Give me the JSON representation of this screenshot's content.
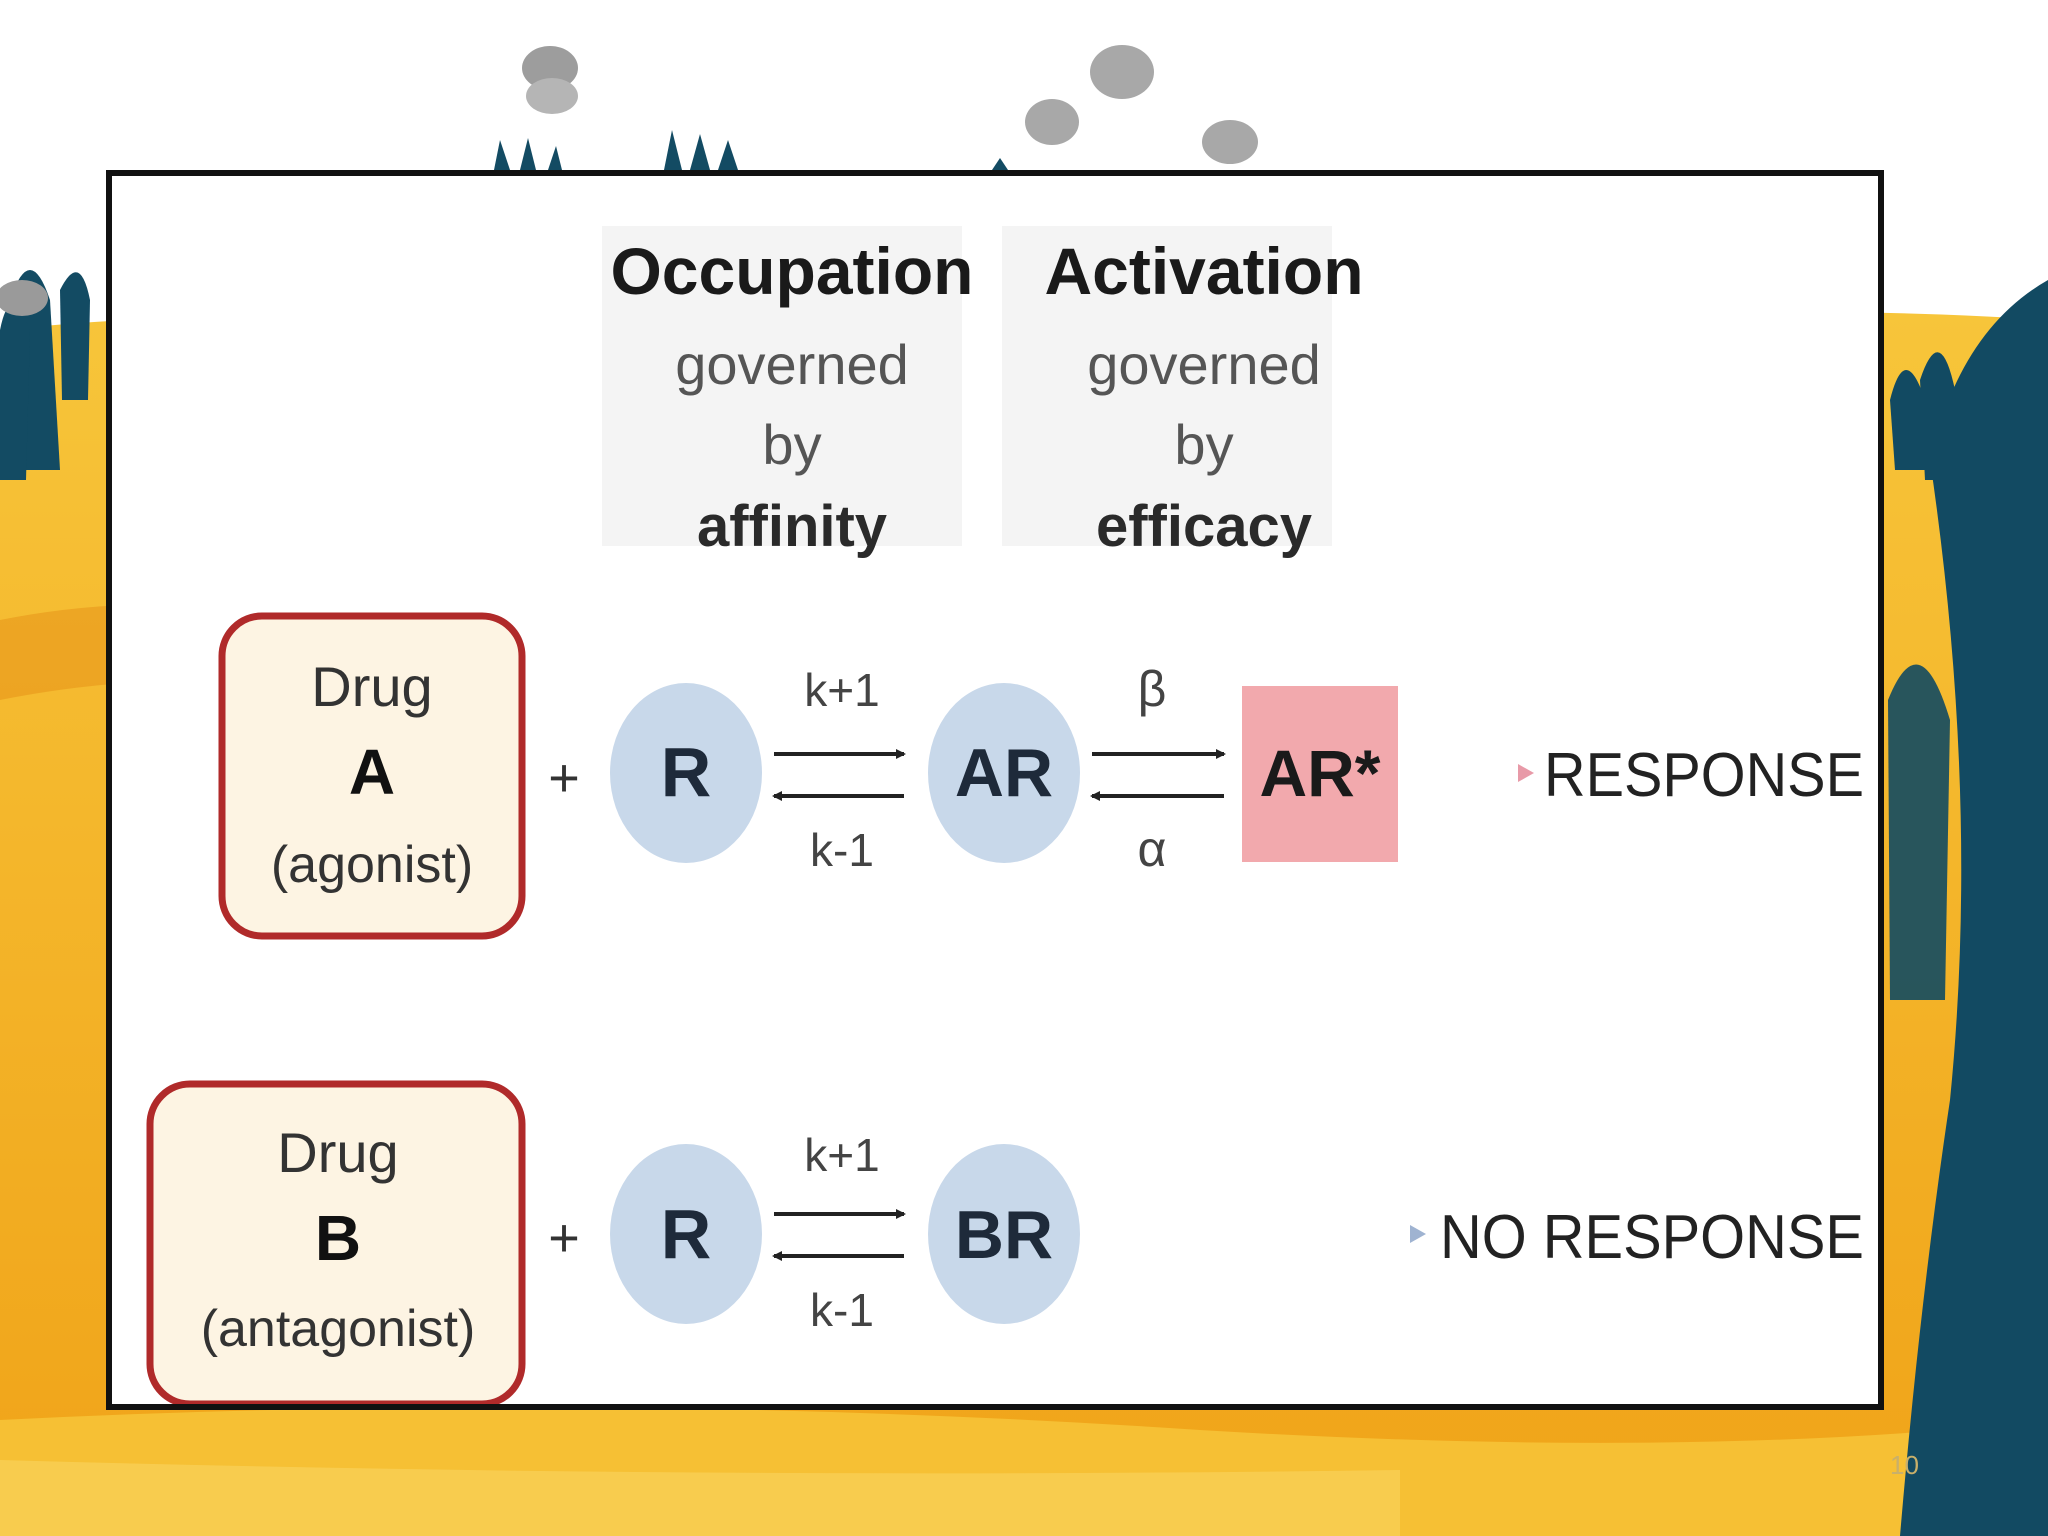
{
  "slide_number": "10",
  "header": {
    "occupation": {
      "title": "Occupation",
      "line1": "governed",
      "line2": "by",
      "key": "affinity"
    },
    "activation": {
      "title": "Activation",
      "line1": "governed",
      "line2": "by",
      "key": "efficacy"
    }
  },
  "row_agonist": {
    "drug_line1": "Drug",
    "drug_line2": "A",
    "drug_line3": "(agonist)",
    "plus": "+",
    "receptor": "R",
    "k_forward": "k+1",
    "k_reverse": "k-1",
    "complex": "AR",
    "beta": "β",
    "alpha": "α",
    "active": "AR*",
    "outcome": "RESPONSE"
  },
  "row_antagonist": {
    "drug_line1": "Drug",
    "drug_line2": "B",
    "drug_line3": "(antagonist)",
    "plus": "+",
    "receptor": "R",
    "k_forward": "k+1",
    "k_reverse": "k-1",
    "complex": "BR",
    "outcome": "NO RESPONSE"
  },
  "colors": {
    "drug_box_border": "#b02a2a",
    "drug_box_fill": "#fdf4e3",
    "receptor_fill": "#c8d8ea",
    "active_fill": "#f2a9ad",
    "response_arrow": "#e89aa8",
    "no_response_arrow": "#9fb3d1",
    "sand": "#f4b41e",
    "plant": "#134b63"
  }
}
